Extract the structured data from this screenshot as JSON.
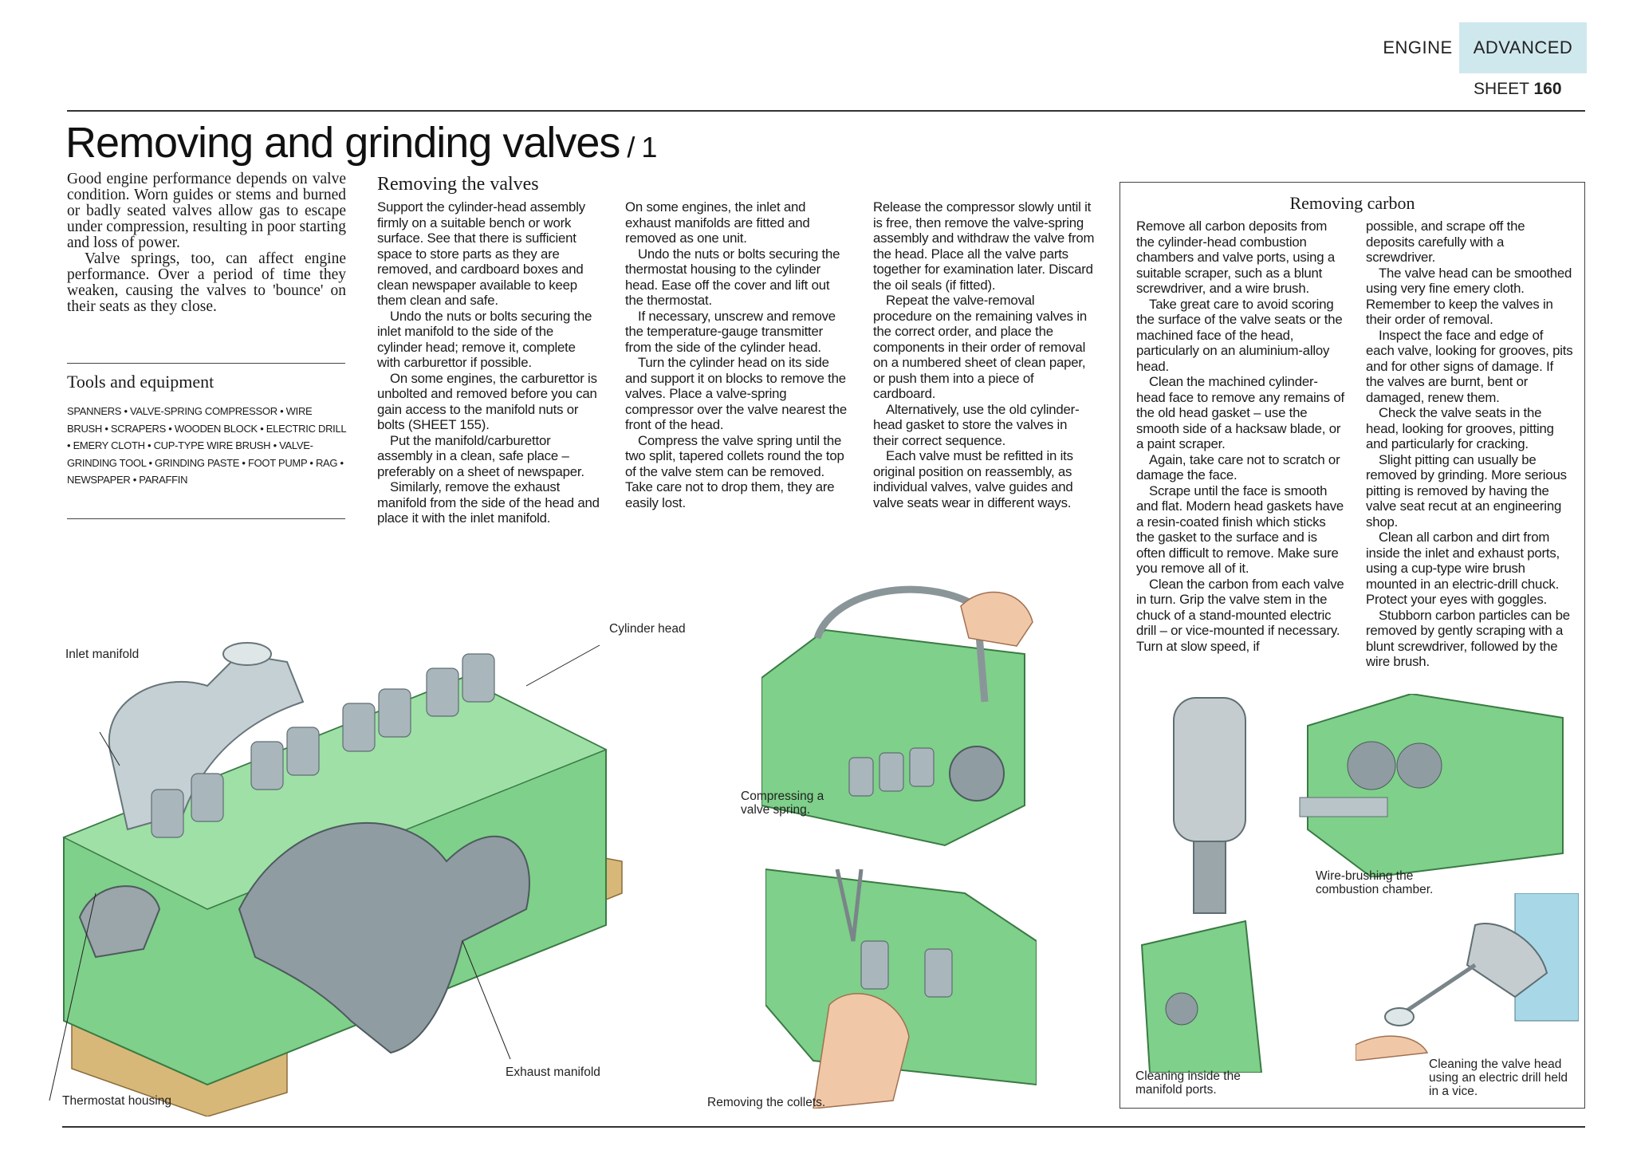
{
  "header": {
    "tab_engine": "ENGINE",
    "tab_advanced": "ADVANCED",
    "sheet_label": "SHEET",
    "sheet_number": "160"
  },
  "title": {
    "main": "Removing and grinding valves",
    "part": " / 1"
  },
  "intro": {
    "p1": "Good engine performance depends on valve condition. Worn guides or stems and burned or badly seated valves allow gas to escape under compression, resulting in poor starting and loss of power.",
    "p2": "Valve springs, too, can affect engine performance. Over a period of time they weaken, causing the valves to 'bounce' on their seats as they close."
  },
  "tools": {
    "heading": "Tools and equipment",
    "list": "SPANNERS • VALVE-SPRING COMPRESSOR • WIRE BRUSH • SCRAPERS • WOODEN BLOCK • ELECTRIC DRILL • EMERY CLOTH • CUP-TYPE WIRE BRUSH • VALVE-GRINDING TOOL • GRINDING PASTE • FOOT PUMP • RAG • NEWSPAPER • PARAFFIN"
  },
  "removing": {
    "heading": "Removing the valves",
    "col1": [
      "Support the cylinder-head assembly firmly on a suitable bench or work surface. See that there is sufficient space to store parts as they are removed, and cardboard boxes and clean newspaper available to keep them clean and safe.",
      "Undo the nuts or bolts securing the inlet manifold to the side of the cylinder head; remove it, complete with carburettor if possible.",
      "On some engines, the carburettor is unbolted and removed before you can gain access to the manifold nuts or bolts (SHEET 155).",
      "Put the manifold/carburettor assembly in a clean, safe place – preferably on a sheet of newspaper.",
      "Similarly, remove the exhaust manifold from the side of the head and place it with the inlet manifold."
    ],
    "col2": [
      "On some engines, the inlet and exhaust manifolds are fitted and removed as one unit.",
      "Undo the nuts or bolts securing the thermostat housing to the cylinder head. Ease off the cover and lift out the thermostat.",
      "If necessary, unscrew and remove the temperature-gauge transmitter from the side of the cylinder head.",
      "Turn the cylinder head on its side and support it on blocks to remove the valves. Place a valve-spring compressor over the valve nearest the front of the head.",
      "Compress the valve spring until the two split, tapered collets round the top of the valve stem can be removed. Take care not to drop them, they are easily lost."
    ],
    "col3": [
      "Release the compressor slowly until it is free, then remove the valve-spring assembly and withdraw the valve from the head. Place all the valve parts together for examination later. Discard the oil seals (if fitted).",
      "Repeat the valve-removal procedure on the remaining valves in the correct order, and place the components in their order of removal on a numbered sheet of clean paper, or push them into a piece of cardboard.",
      "Alternatively, use the old cylinder-head gasket to store the valves in their correct sequence.",
      "Each valve must be refitted in its original position on reassembly, as individual valves, valve guides and valve seats wear in different ways."
    ]
  },
  "carbon": {
    "heading": "Removing carbon",
    "col1": [
      "Remove all carbon deposits from the cylinder-head combustion chambers and valve ports, using a suitable scraper, such as a blunt screwdriver, and a wire brush.",
      "Take great care to avoid scoring the surface of the valve seats or the machined face of the head, particularly on an aluminium-alloy head.",
      "Clean the machined cylinder-head face to remove any remains of the old head gasket – use the smooth side of a hacksaw blade, or a paint scraper.",
      "Again, take care not to scratch or damage the face.",
      "Scrape until the face is smooth and flat. Modern head gaskets have a resin-coated finish which sticks the gasket to the surface and is often difficult to remove. Make sure you remove all of it.",
      "Clean the carbon from each valve in turn. Grip the valve stem in the chuck of a stand-mounted electric drill – or vice-mounted if necessary. Turn at slow speed, if"
    ],
    "col2": [
      "possible, and scrape off the deposits carefully with a screwdriver.",
      "The valve head can be smoothed using very fine emery cloth. Remember to keep the valves in their order of removal.",
      "Inspect the face and edge of each valve, looking for grooves, pits and for other signs of damage. If the valves are burnt, bent or damaged, renew them.",
      "Check the valve seats in the head, looking for grooves, pitting and particularly for cracking.",
      "Slight pitting can usually be removed by grinding. More serious pitting is removed by having the valve seat recut at an engineering shop.",
      "Clean all carbon and dirt from inside the inlet and exhaust ports, using a cup-type wire brush mounted in an electric-drill chuck. Protect your eyes with goggles.",
      "Stubborn carbon particles can be removed by gently scraping with a blunt screwdriver, followed by the wire brush."
    ]
  },
  "labels": {
    "inlet_manifold": "Inlet manifold",
    "cylinder_head": "Cylinder head",
    "thermostat_housing": "Thermostat housing",
    "exhaust_manifold": "Exhaust manifold",
    "compressing": "Compressing a valve spring.",
    "removing_collets": "Removing the collets.",
    "wire_brushing": "Wire-brushing the combustion chamber.",
    "cleaning_ports": "Cleaning inside the manifold ports.",
    "cleaning_head": "Cleaning the valve head using an electric drill held in a vice."
  },
  "colors": {
    "engine_green": "#7fd08a",
    "metal": "#b8c4c8",
    "tab_blue": "#cfe8ee",
    "wood": "#d8b878"
  }
}
